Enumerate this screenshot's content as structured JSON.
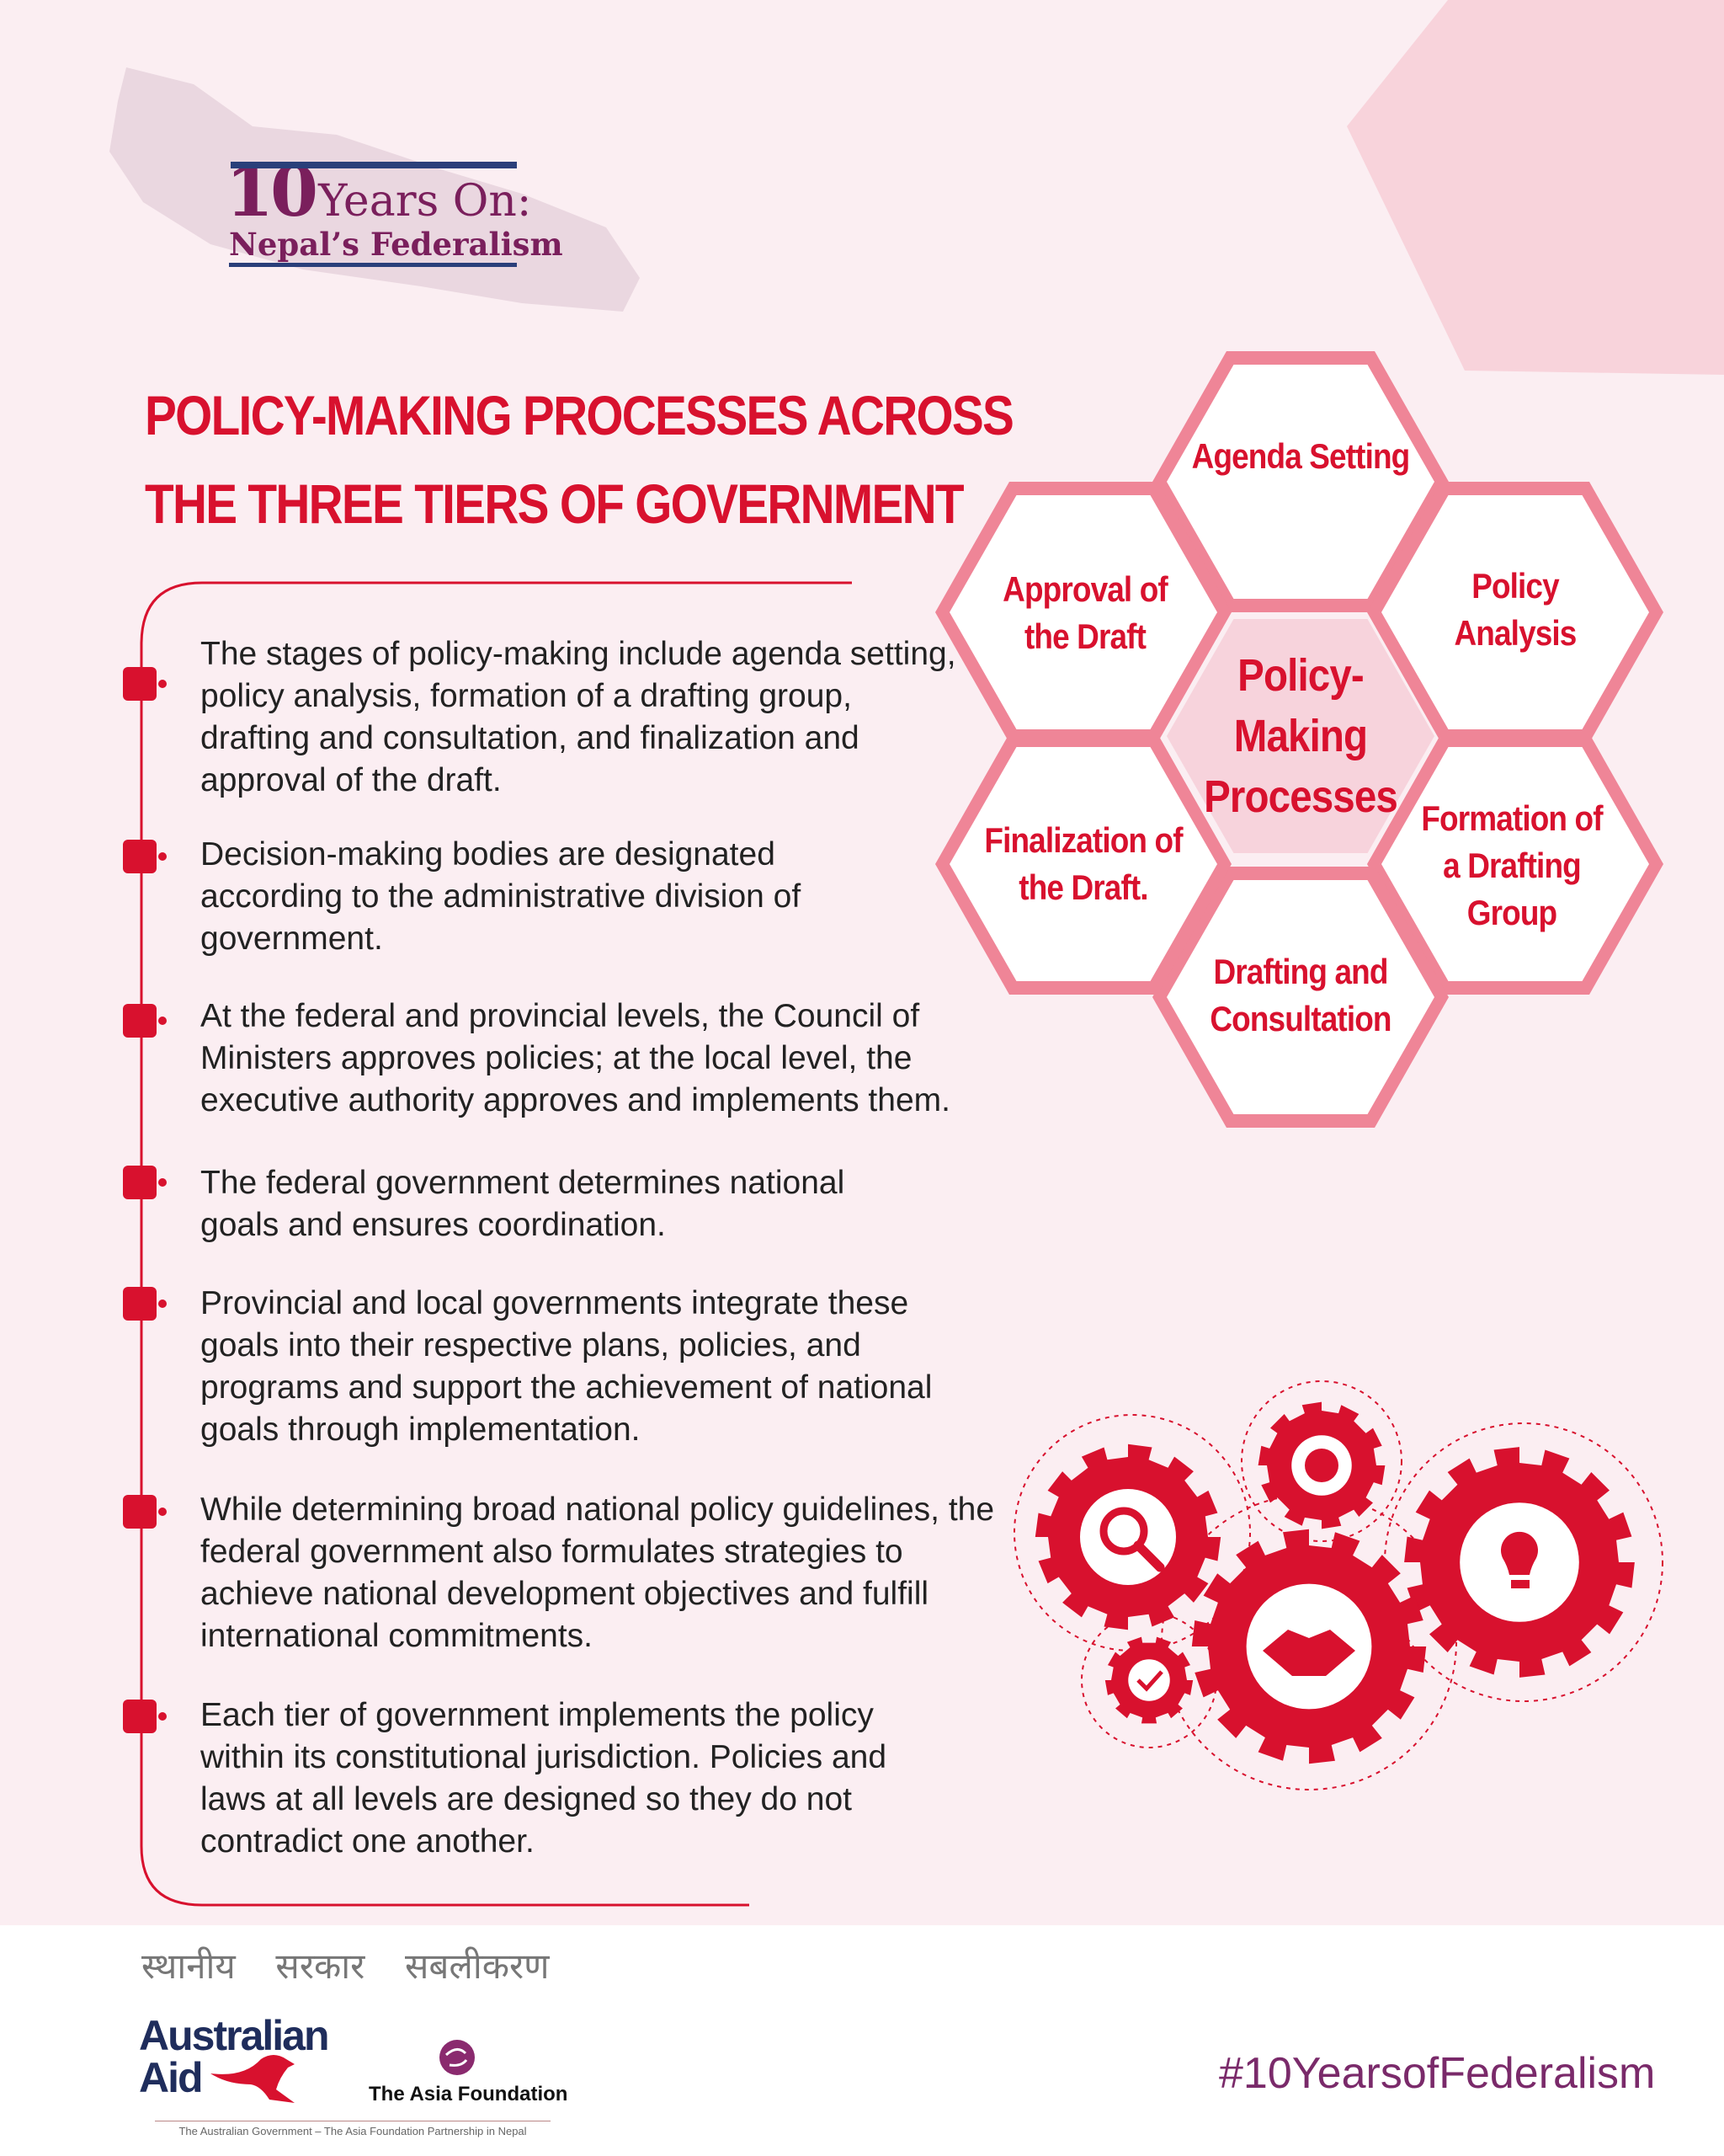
{
  "logo": {
    "number": "10",
    "years": "Years On:",
    "subtitle": "Nepal’s Federalism"
  },
  "title": {
    "line1": "POLICY-MAKING PROCESSES ACROSS",
    "line2": "THE THREE TIERS OF GOVERNMENT"
  },
  "bullets": [
    "The stages of policy-making include agenda setting, policy analysis, formation of a drafting group, drafting and consultation, and finalization and approval of the draft.",
    "Decision-making bodies are designated according to the administrative division of government.",
    "At the federal and provincial levels, the Council of Ministers approves policies; at the local level, the executive authority approves and implements them.",
    "The federal government determines national goals and ensures coordination.",
    "Provincial and local governments integrate these goals into their respective plans, policies, and programs and support the achievement of national goals through implementation.",
    "While determining broad national policy guidelines, the federal government also formulates strategies to achieve national development objectives and fulfill international commitments.",
    "Each tier of government implements the policy within its constitutional jurisdiction. Policies and laws at all levels are designed so they do not contradict one another."
  ],
  "hexagons": {
    "center": "Policy-Making Processes",
    "agenda": "Agenda Setting",
    "analysis": "Policy Analysis",
    "formation": "Formation of a Drafting Group",
    "drafting": "Drafting and Consultation",
    "finalization": "Finalization of the Draft.",
    "approval": "Approval of the Draft"
  },
  "footer": {
    "devanagari": "स्थानीय सरकार सबलीकरण",
    "ausaid_line1": "Australian",
    "ausaid_line2": "Aid",
    "asia_foundation": "The Asia Foundation",
    "partnership": "The Australian Government – The Asia Foundation Partnership in Nepal",
    "hashtag": "#10YearsofFederalism"
  },
  "colors": {
    "accent": "#d8112e",
    "pink": "#ef8597",
    "purple": "#7a2a6a",
    "navy": "#1f2d5c"
  }
}
